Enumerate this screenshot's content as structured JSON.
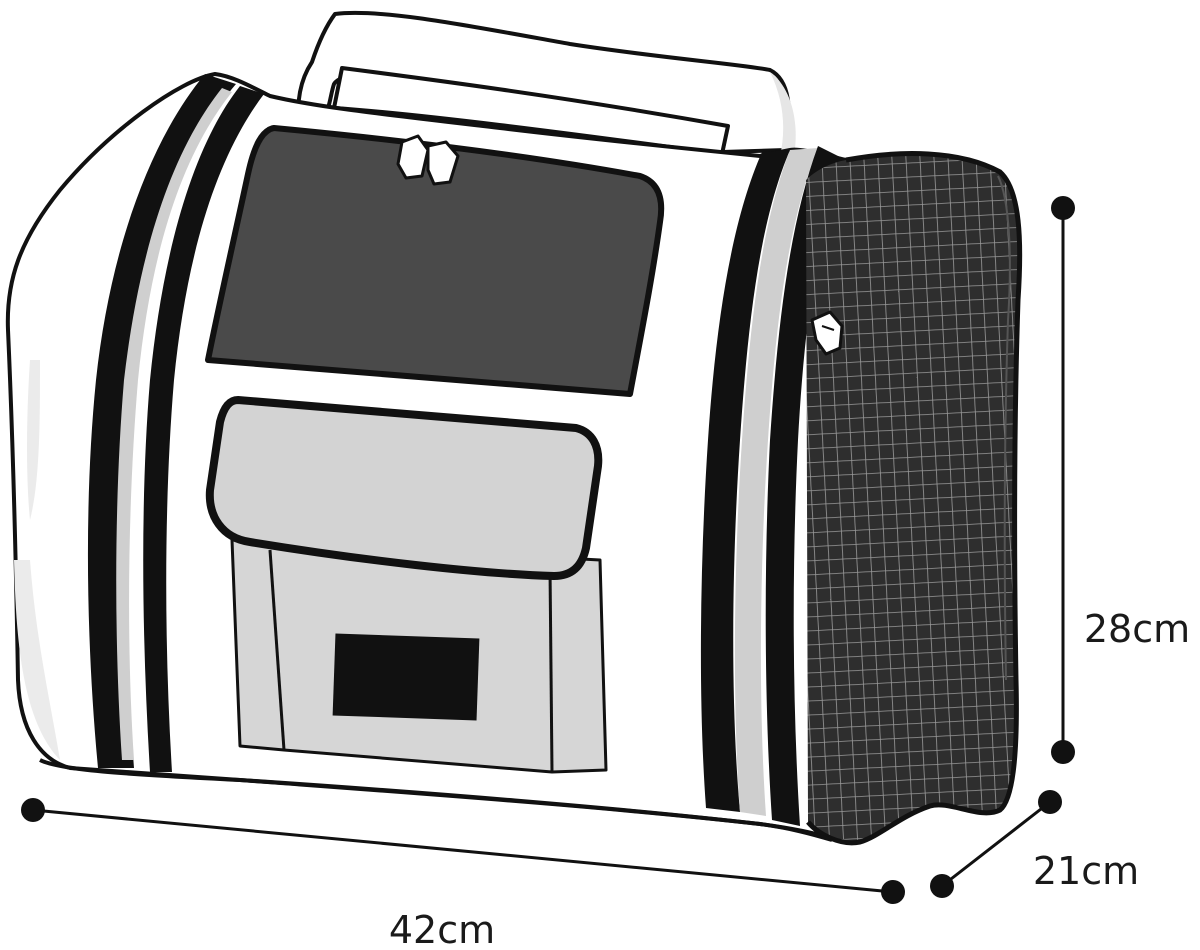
{
  "dimensions": {
    "length": {
      "value": 42,
      "unit": "cm",
      "label": "42cm"
    },
    "height": {
      "value": 28,
      "unit": "cm",
      "label": "28cm"
    },
    "depth": {
      "value": 21,
      "unit": "cm",
      "label": "21cm"
    }
  },
  "colors": {
    "outline": "#111111",
    "body": "#ffffff",
    "shadow": "#ebebeb",
    "window": "#4a4a4a",
    "pocket": "#d3d3d3",
    "mesh_bg": "#2e2e2e",
    "mesh_line": "#9a9a9a",
    "patch": "#111111"
  }
}
